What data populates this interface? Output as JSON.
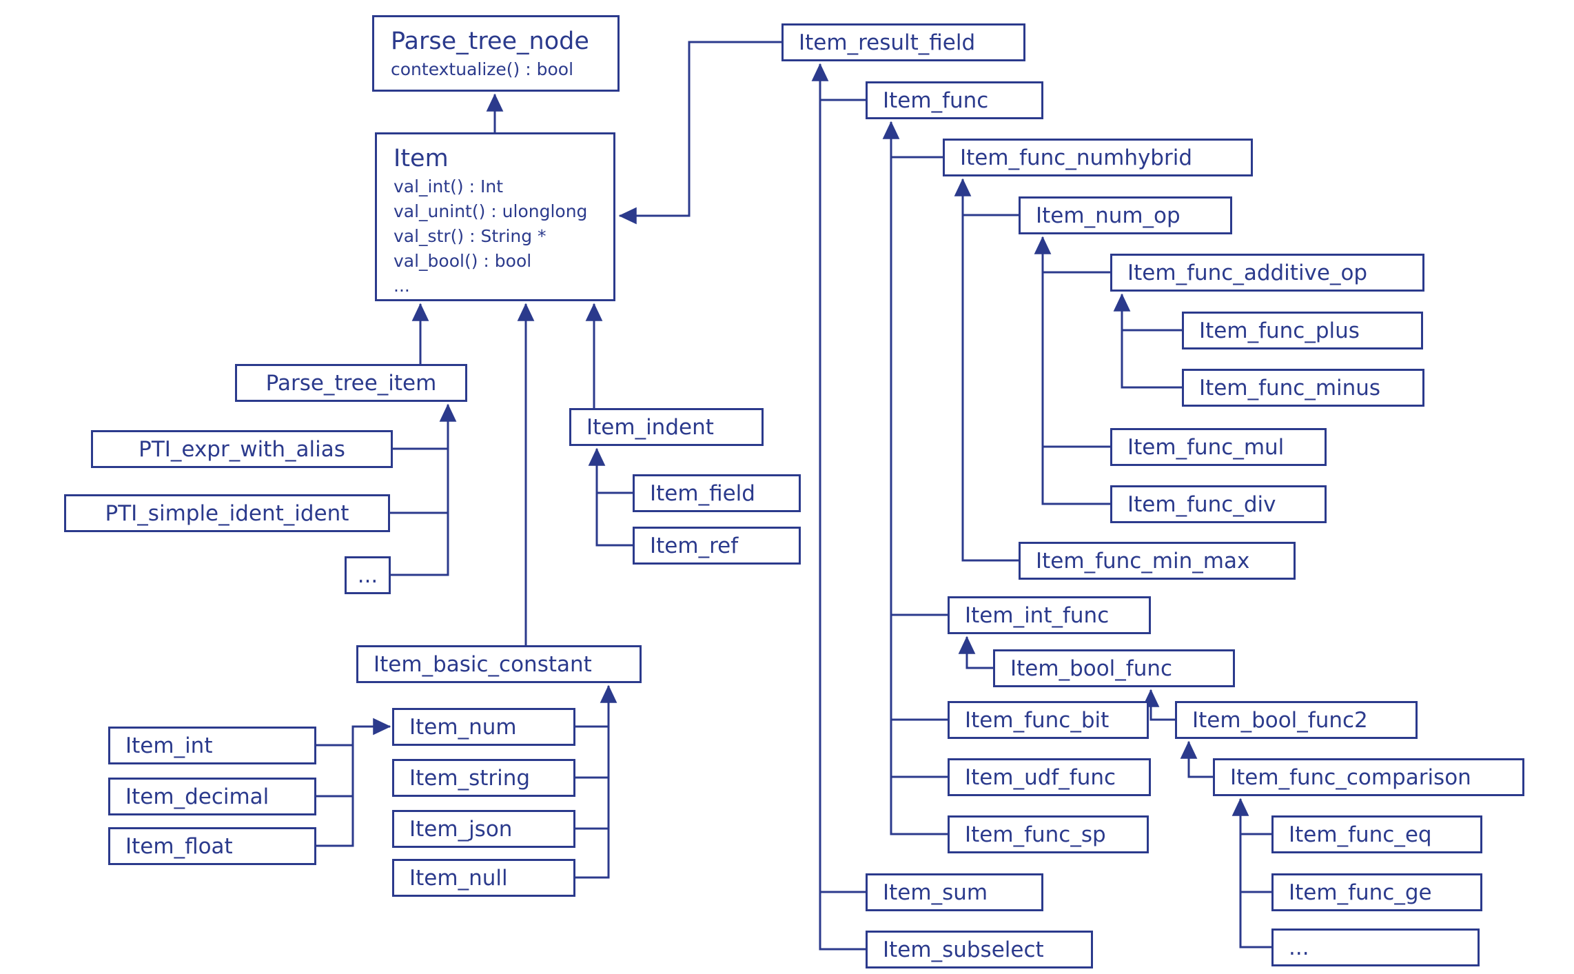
{
  "diagram": {
    "accent_color": "#2b3a8c",
    "background_color": "#ffffff",
    "description_note": "Class inheritance diagram of parse-tree / Item classes"
  },
  "nodes": {
    "parse_tree_node": {
      "label": "Parse_tree_node",
      "members": [
        "contextualize() : bool"
      ]
    },
    "item": {
      "label": "Item",
      "members": [
        "val_int() : Int",
        "val_unint() : ulonglong",
        "val_str() : String *",
        "val_bool() : bool",
        "..."
      ]
    },
    "parse_tree_item": {
      "label": "Parse_tree_item"
    },
    "pti_expr_with_alias": {
      "label": "PTI_expr_with_alias"
    },
    "pti_simple_ident_ident": {
      "label": "PTI_simple_ident_ident"
    },
    "pti_more": {
      "label": "..."
    },
    "item_indent": {
      "label": "Item_indent"
    },
    "item_field": {
      "label": "Item_field"
    },
    "item_ref": {
      "label": "Item_ref"
    },
    "item_basic_constant": {
      "label": "Item_basic_constant"
    },
    "item_int": {
      "label": "Item_int"
    },
    "item_decimal": {
      "label": "Item_decimal"
    },
    "item_float": {
      "label": "Item_float"
    },
    "item_num": {
      "label": "Item_num"
    },
    "item_string": {
      "label": "Item_string"
    },
    "item_json": {
      "label": "Item_json"
    },
    "item_null": {
      "label": "Item_null"
    },
    "item_result_field": {
      "label": "Item_result_field"
    },
    "item_func": {
      "label": "Item_func"
    },
    "item_func_numhybrid": {
      "label": "Item_func_numhybrid"
    },
    "item_num_op": {
      "label": "Item_num_op"
    },
    "item_func_additive_op": {
      "label": "Item_func_additive_op"
    },
    "item_func_plus": {
      "label": "Item_func_plus"
    },
    "item_func_minus": {
      "label": "Item_func_minus"
    },
    "item_func_mul": {
      "label": "Item_func_mul"
    },
    "item_func_div": {
      "label": "Item_func_div"
    },
    "item_func_min_max": {
      "label": "Item_func_min_max"
    },
    "item_int_func": {
      "label": "Item_int_func"
    },
    "item_bool_func": {
      "label": "Item_bool_func"
    },
    "item_func_bit": {
      "label": "Item_func_bit"
    },
    "item_bool_func2": {
      "label": "Item_bool_func2"
    },
    "item_udf_func": {
      "label": "Item_udf_func"
    },
    "item_func_comparison": {
      "label": "Item_func_comparison"
    },
    "item_func_sp": {
      "label": "Item_func_sp"
    },
    "item_func_eq": {
      "label": "Item_func_eq"
    },
    "item_func_ge": {
      "label": "Item_func_ge"
    },
    "item_func_more": {
      "label": "..."
    },
    "item_sum": {
      "label": "Item_sum"
    },
    "item_subselect": {
      "label": "Item_subselect"
    }
  }
}
